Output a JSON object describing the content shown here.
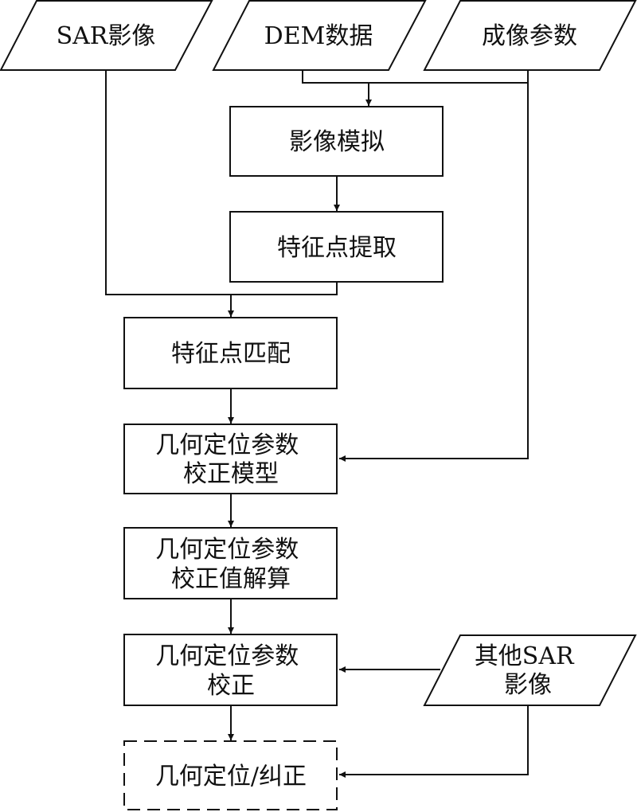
{
  "inputs": {
    "sar_image": "SAR影像",
    "dem_data": "DEM数据",
    "imaging_params": "成像参数",
    "other_sar": [
      "其他SAR",
      "影像"
    ]
  },
  "steps": {
    "image_simulation": "影像模拟",
    "feature_extraction": "特征点提取",
    "feature_matching": "特征点匹配",
    "correction_model": [
      "几何定位参数",
      "校正模型"
    ],
    "correction_solve": [
      "几何定位参数",
      "校正值解算"
    ],
    "param_correction": [
      "几何定位参数",
      "校正"
    ],
    "geo_rectification": "几何定位/纠正"
  },
  "colors": {
    "stroke": "#111111",
    "fill": "#ffffff"
  }
}
